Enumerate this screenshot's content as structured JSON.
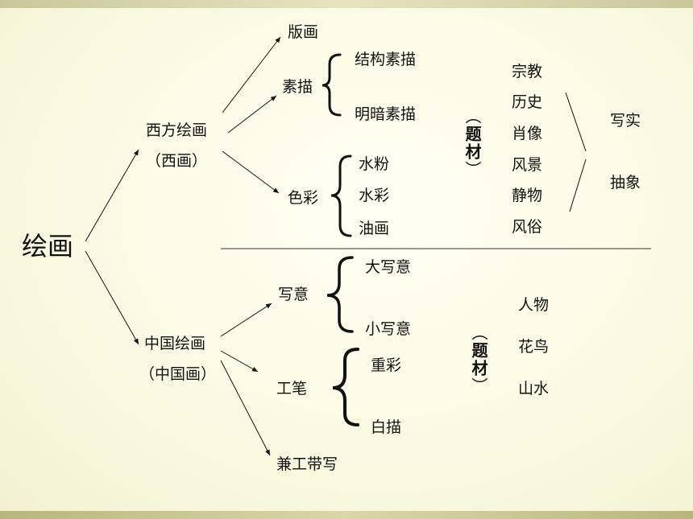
{
  "root": "绘画",
  "west": {
    "name": "西方绘画",
    "alias": "（西画）",
    "branches": {
      "print": "版画",
      "sketch": "素描",
      "sketch_items": [
        "结构素描",
        "明暗素描"
      ],
      "color": "色彩",
      "color_items": [
        "水粉",
        "水彩",
        "油画"
      ]
    },
    "subject_label": "（题材）",
    "subjects": [
      "宗教",
      "历史",
      "肖像",
      "风景",
      "静物",
      "风俗"
    ],
    "styles": [
      "写实",
      "抽象"
    ]
  },
  "china": {
    "name": "中国绘画",
    "alias": "（中国画）",
    "branches": {
      "xieyi": "写意",
      "xieyi_items": [
        "大写意",
        "小写意"
      ],
      "gongbi": "工笔",
      "gongbi_items": [
        "重彩",
        "白描"
      ],
      "mixed": "兼工带写"
    },
    "subject_label": "（题材）",
    "subjects": [
      "人物",
      "花鸟",
      "山水"
    ]
  }
}
